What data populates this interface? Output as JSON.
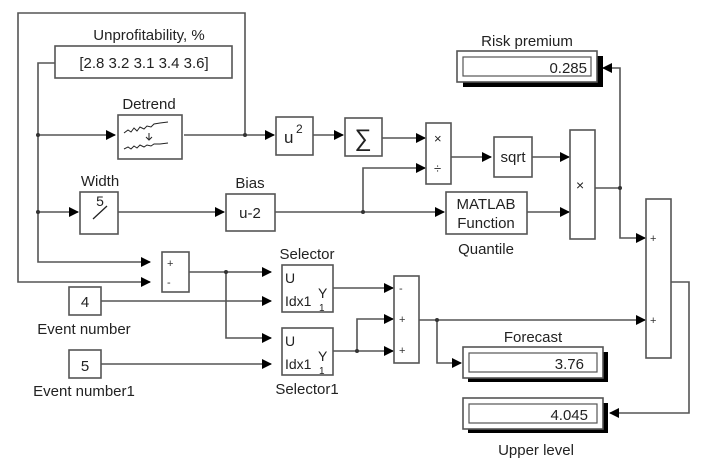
{
  "diagram": {
    "type": "simulink-model",
    "blocks": {
      "unprofitability": {
        "label": "Unprofitability, %",
        "value": "[2.8 3.2 3.1 3.4 3.6]"
      },
      "detrend": {
        "label": "Detrend"
      },
      "square": {
        "text": "u",
        "exponent": "2"
      },
      "sum_elements": {
        "symbol": "∑"
      },
      "product_divide": {
        "sign1": "×",
        "sign2": "÷"
      },
      "sqrt": {
        "text": "sqrt"
      },
      "width": {
        "label": "Width",
        "value": "5"
      },
      "bias": {
        "label": "Bias",
        "text": "u-2"
      },
      "matlab_function": {
        "line1": "MATLAB",
        "line2": "Function",
        "label": "Quantile"
      },
      "product": {
        "symbol": "×"
      },
      "risk_premium": {
        "label": "Risk premium",
        "value": "0.285"
      },
      "subtract": {
        "sign1": "+",
        "sign2": "-"
      },
      "event_number": {
        "label": "Event number",
        "value": "4"
      },
      "event_number1": {
        "label": "Event number1",
        "value": "5"
      },
      "selector": {
        "label": "Selector",
        "port_u": "U",
        "port_idx": "Idx1",
        "port_y": "Y",
        "port_y_sub": "1"
      },
      "selector1": {
        "label": "Selector1",
        "port_u": "U",
        "port_idx": "Idx1",
        "port_y": "Y",
        "port_y_sub": "1"
      },
      "sum3": {
        "sign1": "-",
        "sign2": "+",
        "sign3": "+"
      },
      "forecast": {
        "label": "Forecast",
        "value": "3.76"
      },
      "sum2": {
        "sign1": "+",
        "sign2": "+"
      },
      "upper_level": {
        "label": "Upper level",
        "value": "4.045"
      }
    }
  }
}
